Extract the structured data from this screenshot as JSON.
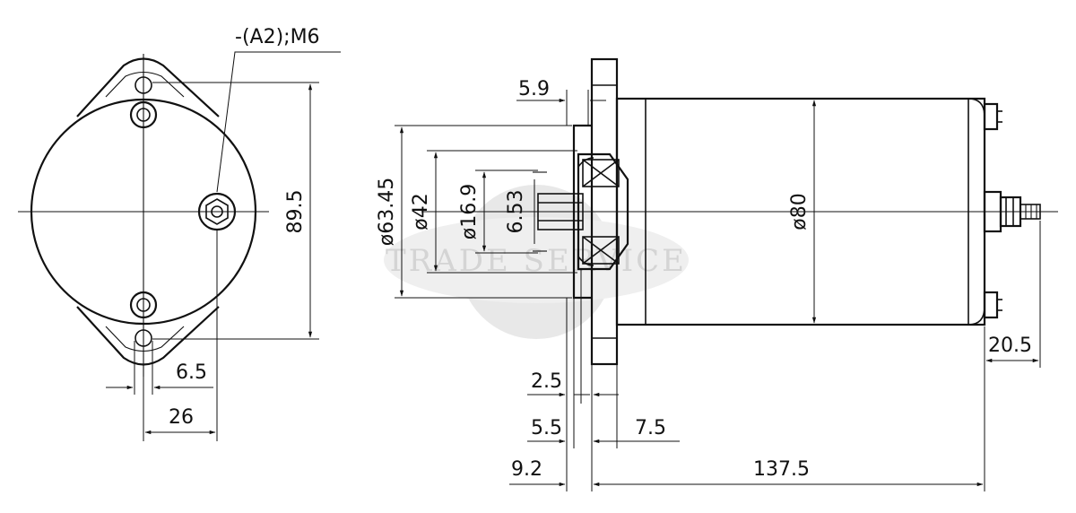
{
  "watermark": {
    "text": "TRADE SERVICE"
  },
  "front_view": {
    "terminal_label": "-(A2);M6",
    "height_label": "89.5",
    "offset_label": "6.5",
    "spacing_label": "26"
  },
  "side_view": {
    "flange_label": "5.9",
    "dia_outer_label": "ø63.45",
    "dia_pilot_label": "ø42",
    "dia_bore_label": "ø16.9",
    "shaft_label": "6.53",
    "body_dia_label": "ø80",
    "terminal_len_label": "20.5",
    "dim_a_label": "2.5",
    "dim_b_label": "5.5",
    "dim_c_label": "7.5",
    "dim_d_label": "9.2",
    "length_label": "137.5"
  }
}
